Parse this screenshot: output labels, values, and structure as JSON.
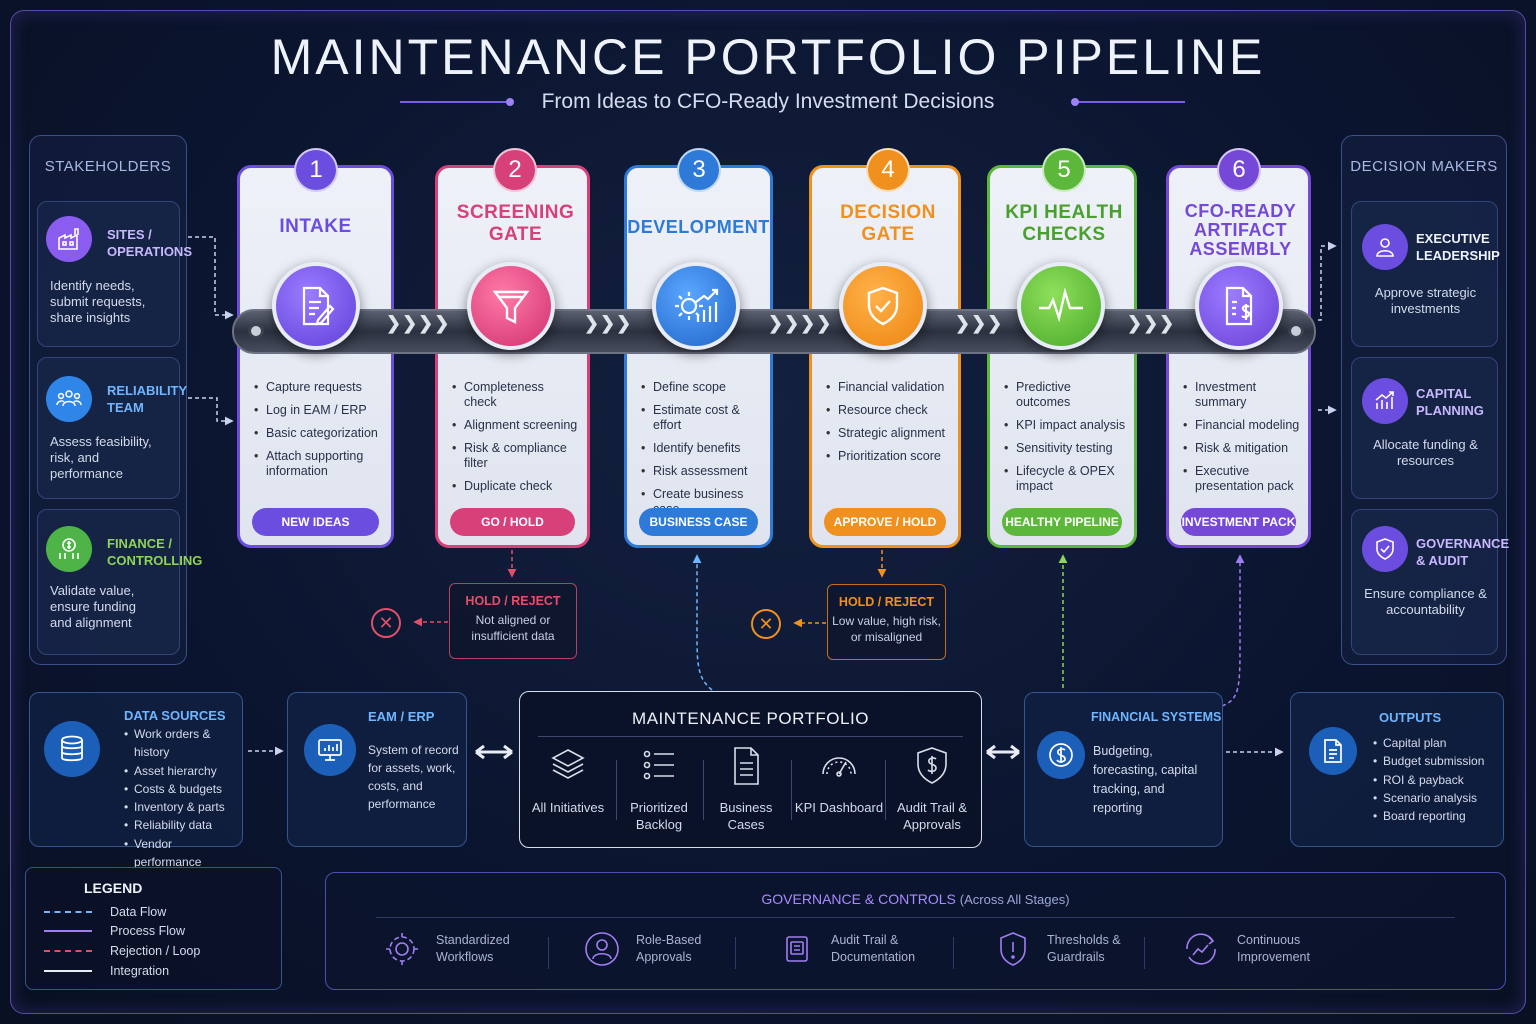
{
  "title": "MAINTENANCE PORTFOLIO PIPELINE",
  "subtitle": "From Ideas to CFO-Ready Investment Decisions",
  "stakeholders": {
    "heading": "STAKEHOLDERS",
    "cards": [
      {
        "title": "SITES / OPERATIONS",
        "desc": "Identify needs, submit requests, share insights",
        "color": "#8a5cf0",
        "icon": "factory-icon"
      },
      {
        "title": "RELIABILITY TEAM",
        "desc": "Assess feasibility, risk, and performance",
        "color": "#2f86e8",
        "icon": "team-icon"
      },
      {
        "title": "FINANCE / CONTROLLING",
        "desc": "Validate value, ensure funding and alignment",
        "color": "#4fb447",
        "icon": "finance-icon"
      }
    ]
  },
  "decision_makers": {
    "heading": "DECISION MAKERS",
    "cards": [
      {
        "title": "EXECUTIVE LEADERSHIP",
        "desc": "Approve strategic investments",
        "color": "#7a5ae8",
        "icon": "user-icon"
      },
      {
        "title": "CAPITAL PLANNING",
        "desc": "Allocate funding & resources",
        "color": "#7a5ae8",
        "icon": "growth-chart-icon"
      },
      {
        "title": "GOVERNANCE & AUDIT",
        "desc": "Ensure compliance & accountability",
        "color": "#7a5ae8",
        "icon": "shield-check-icon"
      }
    ]
  },
  "stages": [
    {
      "num": "1",
      "title": "INTAKE",
      "items": [
        "Capture requests",
        "Log in EAM / ERP",
        "Basic categorization",
        "Attach supporting information"
      ],
      "pill": "NEW IDEAS",
      "color": "#6b4de0",
      "icon": "document-edit-icon"
    },
    {
      "num": "2",
      "title": "SCREENING GATE",
      "items": [
        "Completeness check",
        "Alignment screening",
        "Risk & compliance filter",
        "Duplicate check"
      ],
      "pill": "GO / HOLD",
      "color": "#d8407a",
      "icon": "funnel-icon"
    },
    {
      "num": "3",
      "title": "DEVELOPMENT",
      "items": [
        "Define scope",
        "Estimate cost & effort",
        "Identify benefits",
        "Risk assessment",
        "Create business case"
      ],
      "pill": "BUSINESS CASE",
      "color": "#2d7ad8",
      "icon": "gear-chart-icon"
    },
    {
      "num": "4",
      "title": "DECISION GATE",
      "items": [
        "Financial validation",
        "Resource check",
        "Strategic alignment",
        "Prioritization score"
      ],
      "pill": "APPROVE / HOLD",
      "color": "#f0901e",
      "icon": "shield-check-icon"
    },
    {
      "num": "5",
      "title": "KPI HEALTH CHECKS",
      "items": [
        "Predictive outcomes",
        "KPI impact analysis",
        "Sensitivity testing",
        "Lifecycle & OPEX impact"
      ],
      "pill": "HEALTHY PIPELINE",
      "color": "#5cb83a",
      "icon": "heartbeat-icon"
    },
    {
      "num": "6",
      "title": "CFO-READY ARTIFACT ASSEMBLY",
      "items": [
        "Investment summary",
        "Financial modeling",
        "Risk & mitigation",
        "Executive presentation pack"
      ],
      "pill": "INVESTMENT PACK",
      "color": "#7548d8",
      "icon": "document-dollar-icon"
    }
  ],
  "rejects": [
    {
      "title": "HOLD / REJECT",
      "desc": "Not aligned or insufficient data",
      "color": "#e0506a"
    },
    {
      "title": "HOLD / REJECT",
      "desc": "Low value, high risk, or misaligned",
      "color": "#f0901e"
    }
  ],
  "data_sources": {
    "title": "DATA SOURCES",
    "items": [
      "Work orders & history",
      "Asset hierarchy",
      "Costs & budgets",
      "Inventory & parts",
      "Reliability data",
      "Vendor performance"
    ]
  },
  "eam": {
    "title": "EAM / ERP",
    "desc": "System of record for assets, work, costs, and performance"
  },
  "portfolio": {
    "title": "MAINTENANCE PORTFOLIO",
    "items": [
      "All Initiatives",
      "Prioritized Backlog",
      "Business Cases",
      "KPI Dashboard",
      "Audit Trail & Approvals"
    ]
  },
  "financial_systems": {
    "title": "FINANCIAL SYSTEMS",
    "desc": "Budgeting, forecasting, capital tracking, and reporting"
  },
  "outputs": {
    "title": "OUTPUTS",
    "items": [
      "Capital plan",
      "Budget submission",
      "ROI & payback",
      "Scenario analysis",
      "Board reporting"
    ]
  },
  "legend": {
    "title": "LEGEND",
    "items": [
      "Data Flow",
      "Process Flow",
      "Rejection / Loop",
      "Integration"
    ]
  },
  "governance": {
    "title": "GOVERNANCE & CONTROLS",
    "title_sub": "(Across All Stages)",
    "items": [
      "Standardized Workflows",
      "Role-Based Approvals",
      "Audit Trail & Documentation",
      "Thresholds & Guardrails",
      "Continuous Improvement"
    ]
  }
}
